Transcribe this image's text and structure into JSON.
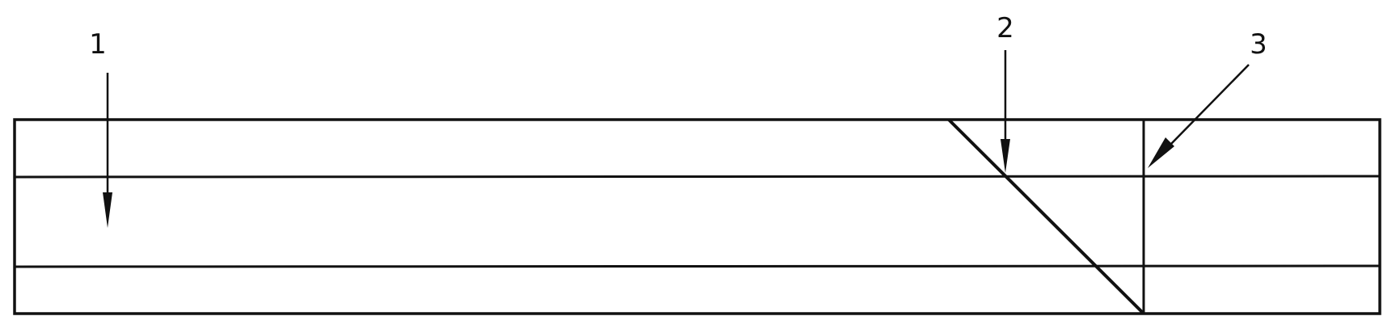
{
  "diagram": {
    "callouts": [
      {
        "id": "1",
        "label": "1"
      },
      {
        "id": "2",
        "label": "2"
      },
      {
        "id": "3",
        "label": "3"
      }
    ],
    "line_color": "#111111",
    "background": "#ffffff"
  }
}
